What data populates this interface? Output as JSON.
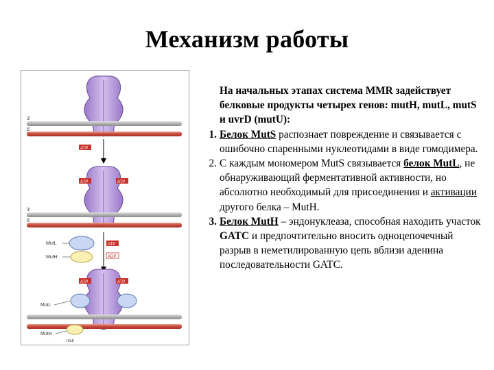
{
  "slide": {
    "title": "Механизм работы"
  },
  "figure_labels": {
    "strand_3": "3'",
    "strand_5": "5'",
    "atp": "ATP",
    "adp": "ADP",
    "mutl": "MutL",
    "muth": "MutH",
    "nick": "nick"
  },
  "text": {
    "intro": "На начальных этапах система MMR задействует белковые продукты четырех генов: mutH, mutL, mutS и uvrD (mutU):",
    "items": [
      {
        "num": "1.",
        "bold": "Белок MutS",
        "rest": " распознает повреждение и связывается с ошибочно спаренными нуклеотидами в виде гомодимера."
      },
      {
        "num": "2.",
        "pre": "С каждым мономером MutS связывается ",
        "bold": "белок MutL",
        "mid": ", не обнаруживающий ферментативной активности, но абсолютно необходимый для присоединения и ",
        "und": "активации",
        "post": " другого белка – MutH."
      },
      {
        "num": "3.",
        "bold": "Белок MutH",
        "rest1": " – эндонуклеаза, способная находить участок ",
        "gatc": "GATC",
        "rest2": " и предпочтительно вносить  одноцепочечный разрыв в неметилированную цепь вблизи аденина последовательности GATC."
      }
    ]
  }
}
